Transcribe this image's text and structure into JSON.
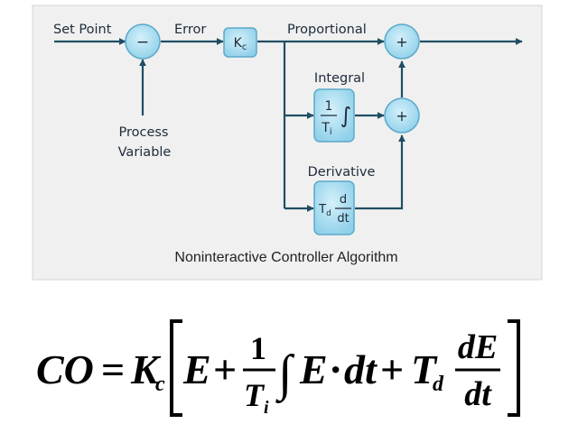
{
  "diagram": {
    "labels": {
      "set_point": "Set Point",
      "error": "Error",
      "proportional": "Proportional",
      "integral": "Integral",
      "derivative": "Derivative",
      "process": "Process",
      "variable": "Variable"
    },
    "nodes": {
      "summing_minus": "−",
      "summing_plus_top": "+",
      "summing_plus_mid": "+",
      "gain_k": "K",
      "gain_sub": "c",
      "integral_one": "1",
      "integral_t": "T",
      "integral_t_sub": "i",
      "integral_sign": "∫",
      "derivative_t": "T",
      "derivative_t_sub": "d",
      "derivative_d": "d",
      "derivative_dt": "dt"
    },
    "caption": "Noninteractive Controller Algorithm"
  },
  "equation": {
    "co": "CO",
    "equals": "=",
    "k": "K",
    "k_sub": "c",
    "e1": "E",
    "plus1": "+",
    "one": "1",
    "ti": "T",
    "ti_sub": "i",
    "integral": "∫",
    "e2": "E",
    "dot": "·",
    "dt1": "dt",
    "plus2": "+",
    "td": "T",
    "td_sub": "d",
    "dE": "dE",
    "dt2": "dt"
  },
  "colors": {
    "panel": "#f0f0f0",
    "panel_border": "#d6d6d6",
    "line": "#1f4e64",
    "node_fill": "#a8dcef",
    "node_stroke": "#5aa9c9",
    "text": "#1e2b3a"
  }
}
